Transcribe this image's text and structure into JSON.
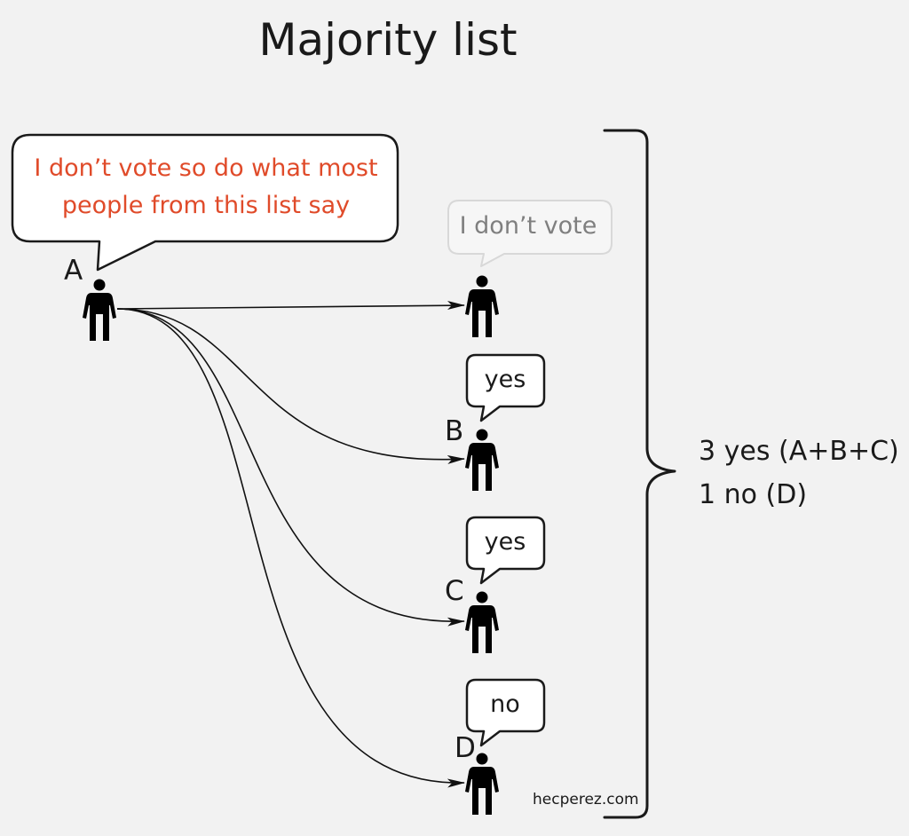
{
  "title": "Majority list",
  "voter": {
    "label": "A",
    "speech": [
      "I don’t vote so do what most",
      "people from this list say"
    ],
    "speech_color": "#e04b2a"
  },
  "list_members": [
    {
      "label": "",
      "speech": "I don’t vote",
      "faded": true
    },
    {
      "label": "B",
      "speech": "yes",
      "faded": false
    },
    {
      "label": "C",
      "speech": "yes",
      "faded": false
    },
    {
      "label": "D",
      "speech": "no",
      "faded": false
    }
  ],
  "result": {
    "line1": "3 yes (A+B+C)",
    "line2": "1 no (D)"
  },
  "credit": "hecperez.com"
}
